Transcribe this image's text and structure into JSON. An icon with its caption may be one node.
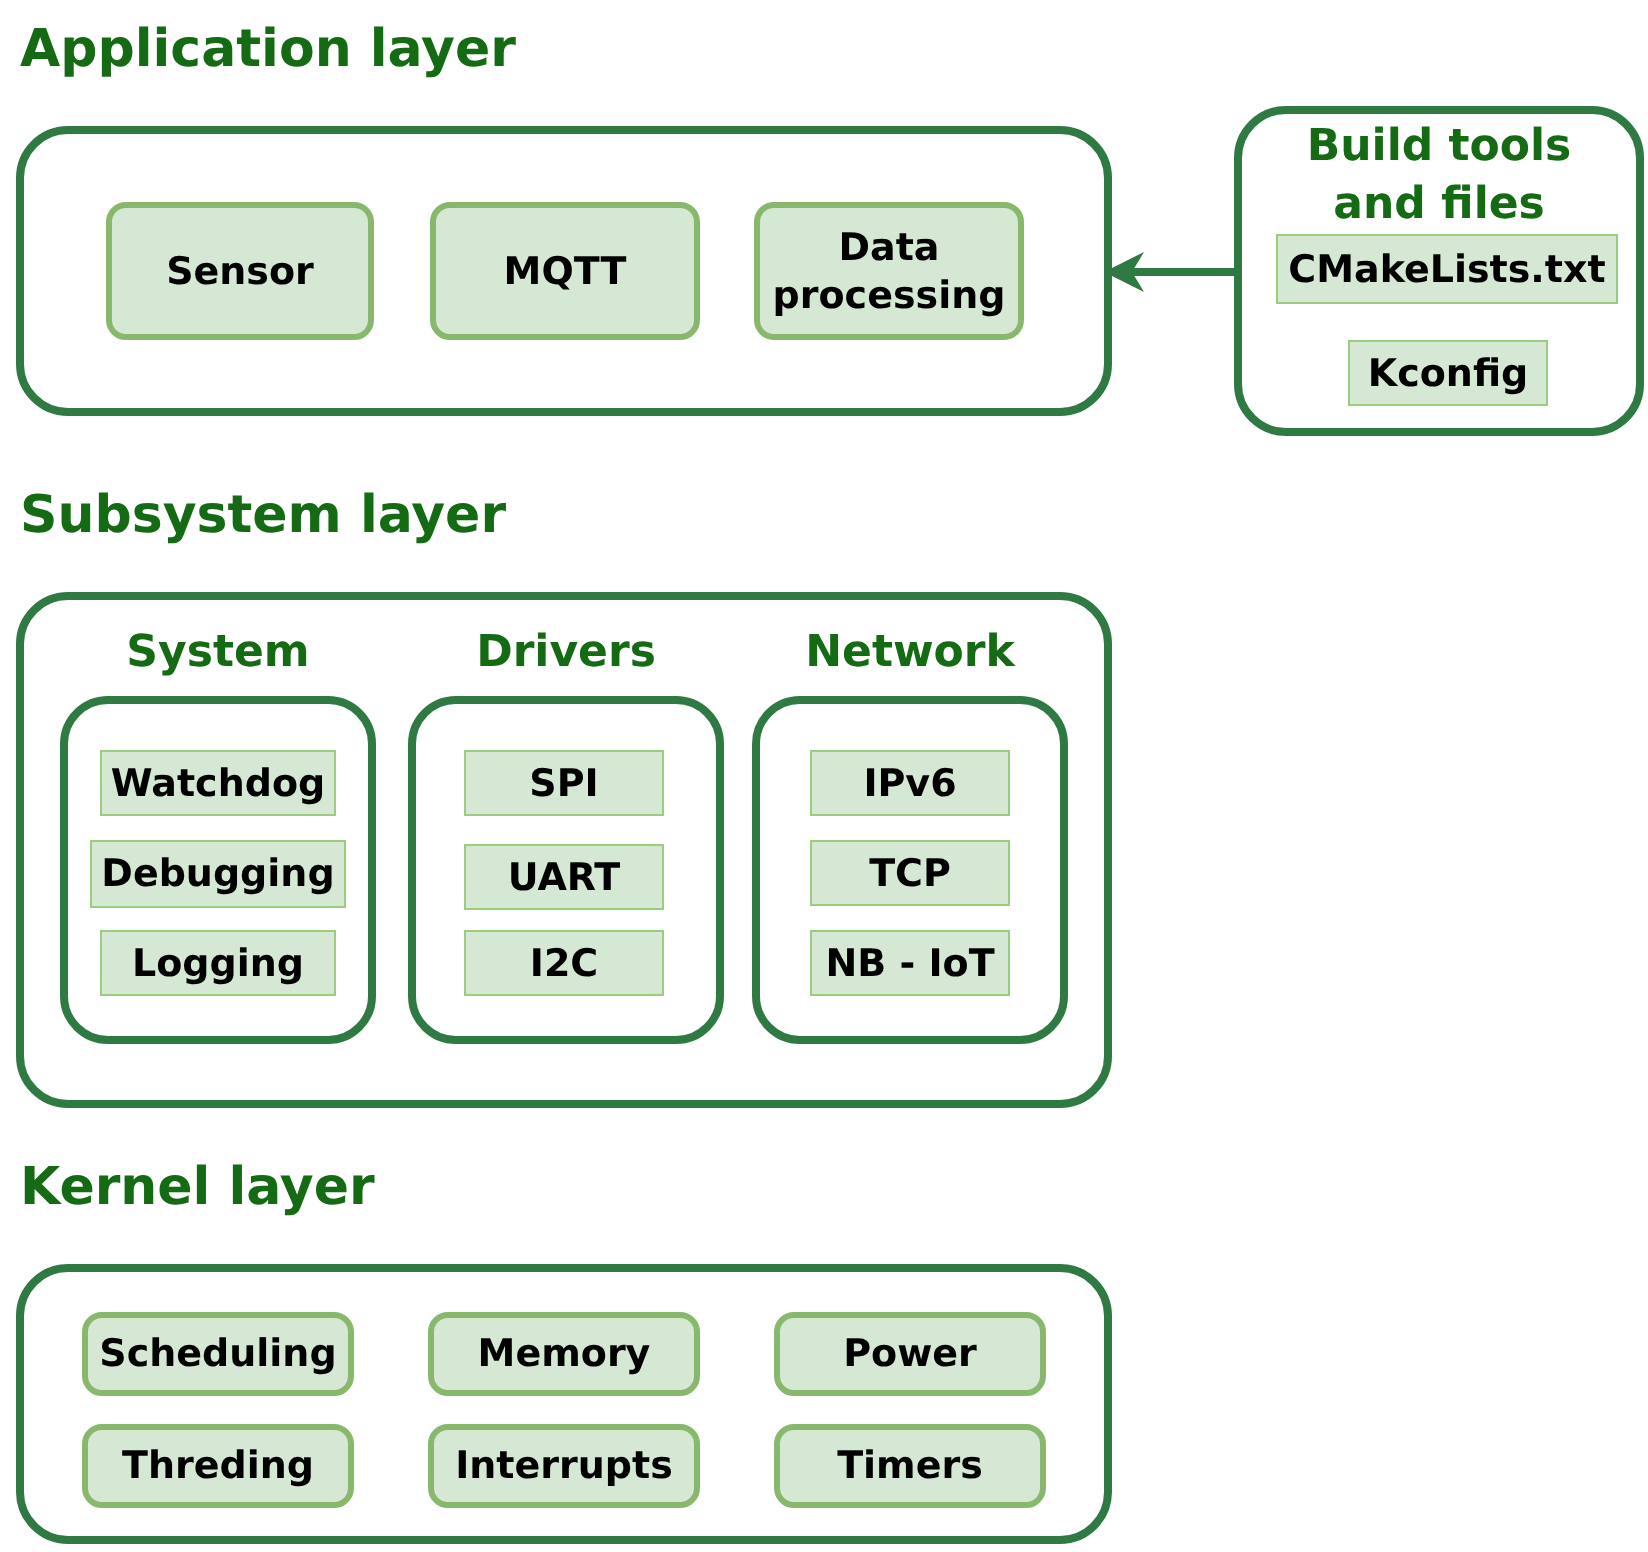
{
  "diagram": {
    "nodes": [
      {
        "text": [
          "Application layer"
        ]
      },
      {
        "text": [
          "Sensor"
        ],
        "in": 0
      },
      {
        "text": [
          "MQTT"
        ],
        "in": 0
      },
      {
        "text": [
          "Data processing"
        ],
        "in": 0
      },
      {
        "text": [
          "Build tools and files"
        ]
      },
      {
        "text": [
          "CMakeLists.txt"
        ],
        "in": 4
      },
      {
        "text": [
          "Kconfig"
        ],
        "in": 4
      },
      {
        "text": [
          "Subsystem layer"
        ]
      },
      {
        "text": [
          "System"
        ],
        "in": 7
      },
      {
        "text": [
          "Watchdog"
        ],
        "in": 8
      },
      {
        "text": [
          "Debugging"
        ],
        "in": 8
      },
      {
        "text": [
          "Logging"
        ],
        "in": 8
      },
      {
        "text": [
          "Drivers"
        ],
        "in": 7
      },
      {
        "text": [
          "SPI"
        ],
        "in": 12
      },
      {
        "text": [
          "UART"
        ],
        "in": 12
      },
      {
        "text": [
          "I2C"
        ],
        "in": 12
      },
      {
        "text": [
          "Network"
        ],
        "in": 7
      },
      {
        "text": [
          "IPv6"
        ],
        "in": 16
      },
      {
        "text": [
          "TCP"
        ],
        "in": 16
      },
      {
        "text": [
          "NB - IoT"
        ],
        "in": 16
      },
      {
        "text": [
          "Kernel layer"
        ]
      },
      {
        "text": [
          "Scheduling"
        ],
        "in": 20
      },
      {
        "text": [
          "Memory"
        ],
        "in": 20
      },
      {
        "text": [
          "Power"
        ],
        "in": 20
      },
      {
        "text": [
          "Threding"
        ],
        "in": 20
      },
      {
        "text": [
          "Interrupts"
        ],
        "in": 20
      },
      {
        "text": [
          "Timers"
        ],
        "in": 20
      }
    ],
    "edges": [
      {
        "from": 4,
        "to": 0,
        "arrow": "to"
      }
    ]
  }
}
